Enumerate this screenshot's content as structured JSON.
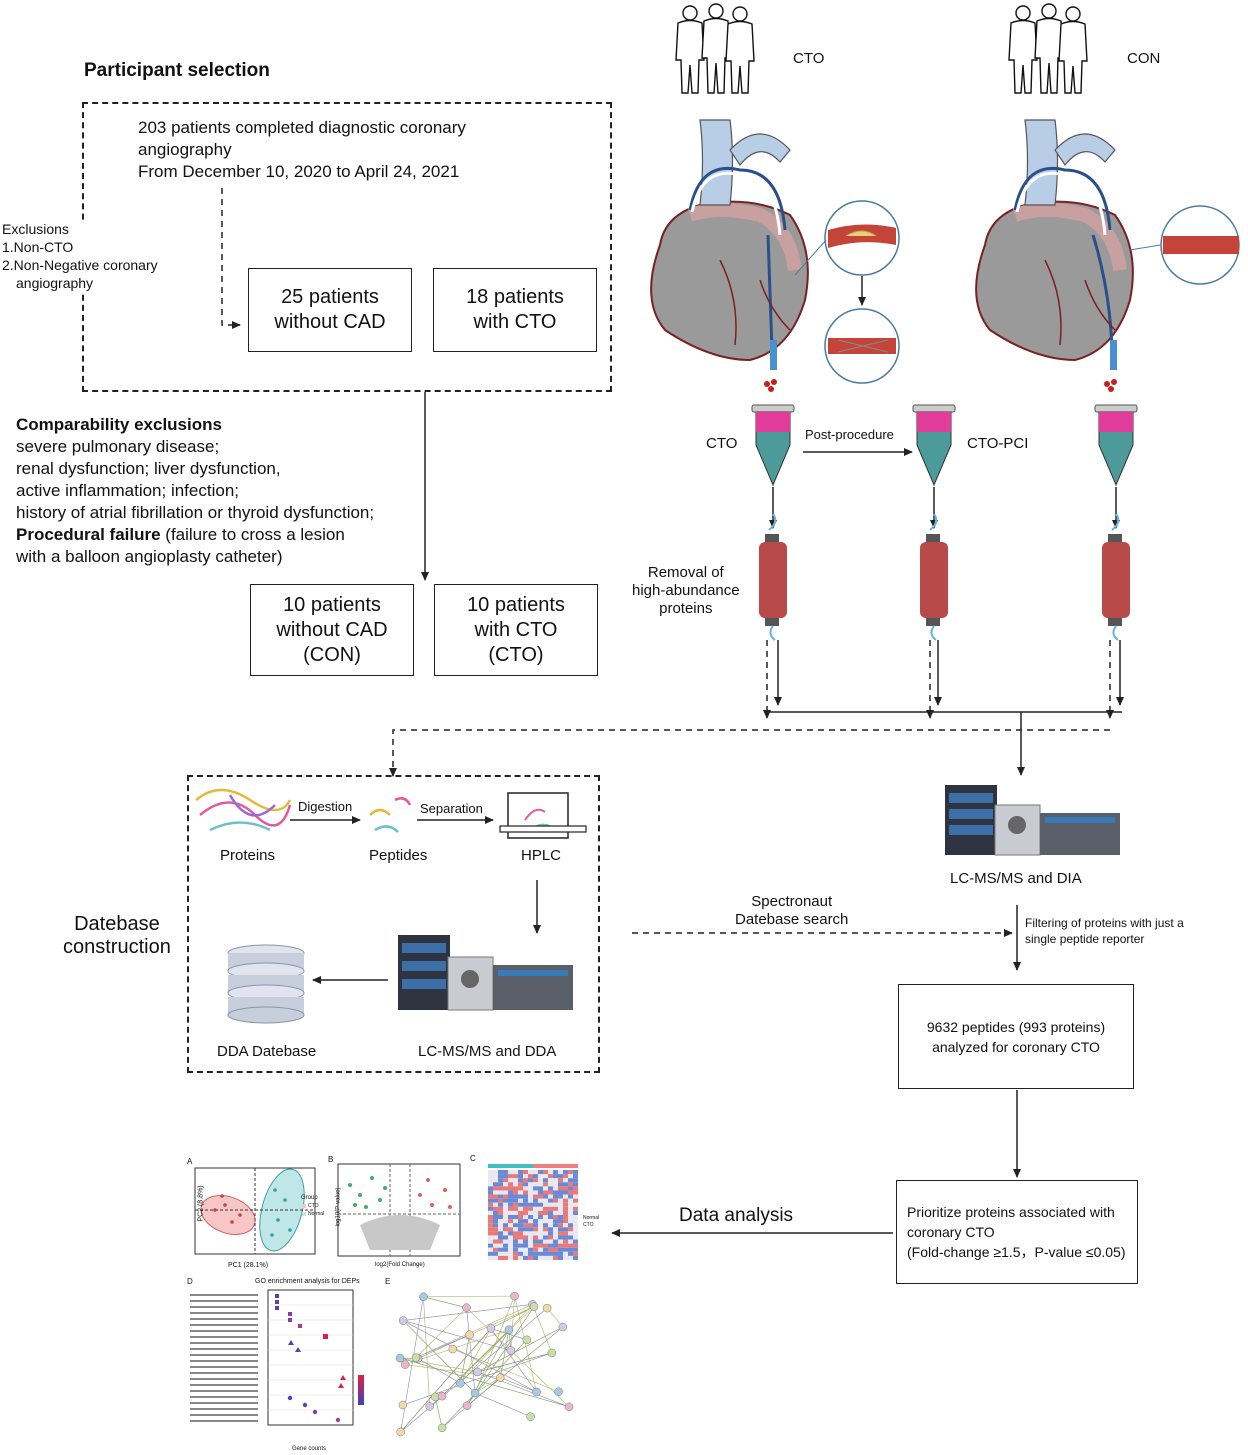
{
  "participant_selection": {
    "title": "Participant selection",
    "header_line1": "203 patients completed diagnostic coronary",
    "header_line2": "angiography",
    "header_line3": "From December 10, 2020 to April 24, 2021",
    "exclusions_title": "Exclusions",
    "exclusion_1": "1.Non-CTO",
    "exclusion_2_line1": "2.Non-Negative coronary",
    "exclusion_2_line2": "angiography",
    "box_no_cad_line1": "25 patients",
    "box_no_cad_line2": "without CAD",
    "box_cto_line1": "18 patients",
    "box_cto_line2": "with CTO"
  },
  "comparability": {
    "title": "Comparability exclusions",
    "line1": "severe pulmonary disease;",
    "line2": "renal dysfunction; liver dysfunction,",
    "line3": "active inflammation; infection;",
    "line4": "history of atrial fibrillation or thyroid dysfunction;",
    "failure_bold": "Procedural failure",
    "failure_rest": " (failure to cross a lesion",
    "line6": "with a balloon angioplasty catheter)"
  },
  "final_groups": {
    "con_line1": "10 patients",
    "con_line2": "without CAD",
    "con_line3": "(CON)",
    "cto_line1": "10 patients",
    "cto_line2": "with CTO",
    "cto_line3": "(CTO)"
  },
  "samples": {
    "cto_group_label": "CTO",
    "con_group_label": "CON",
    "tube_cto": "CTO",
    "post_procedure": "Post-procedure",
    "tube_cto_pci": "CTO-PCI",
    "removal_line1": "Removal of",
    "removal_line2": "high-abundance",
    "removal_line3": "proteins"
  },
  "database": {
    "title_line1": "Datebase",
    "title_line2": "construction",
    "proteins": "Proteins",
    "digestion": "Digestion",
    "peptides": "Peptides",
    "separation": "Separation",
    "hplc": "HPLC",
    "dda_db": "DDA Datebase",
    "lcms_dda": "LC-MS/MS and DDA"
  },
  "dia": {
    "lcms_dia": "LC-MS/MS and DIA",
    "spectronaut_line1": "Spectronaut",
    "spectronaut_line2": "Datebase search",
    "filter_line1": "Filtering of proteins with just a",
    "filter_line2": "single peptide reporter",
    "result_line1": "9632 peptides (993 proteins)",
    "result_line2": "analyzed for coronary CTO",
    "data_analysis": "Data analysis",
    "prioritize_line1": "Prioritize proteins associated with",
    "prioritize_line2": "coronary CTO",
    "prioritize_line3": "(Fold-change ≥1.5，P-value ≤0.05)"
  },
  "thumbnails": {
    "panel_a": "A",
    "panel_b": "B",
    "panel_c": "C",
    "panel_d": "D",
    "panel_e": "E",
    "pca_x": "PC1 (28.1%)",
    "pca_y": "PC2 (8.8%)",
    "volcano_x": "log2(Fold Change)",
    "volcano_y": "-log10(P-value)",
    "go_title": "GO enrichment analysis for DEPs",
    "go_x": "Gene counts",
    "group_label": "Group",
    "legend_cto": "CTO",
    "legend_normal": "Normal"
  }
}
